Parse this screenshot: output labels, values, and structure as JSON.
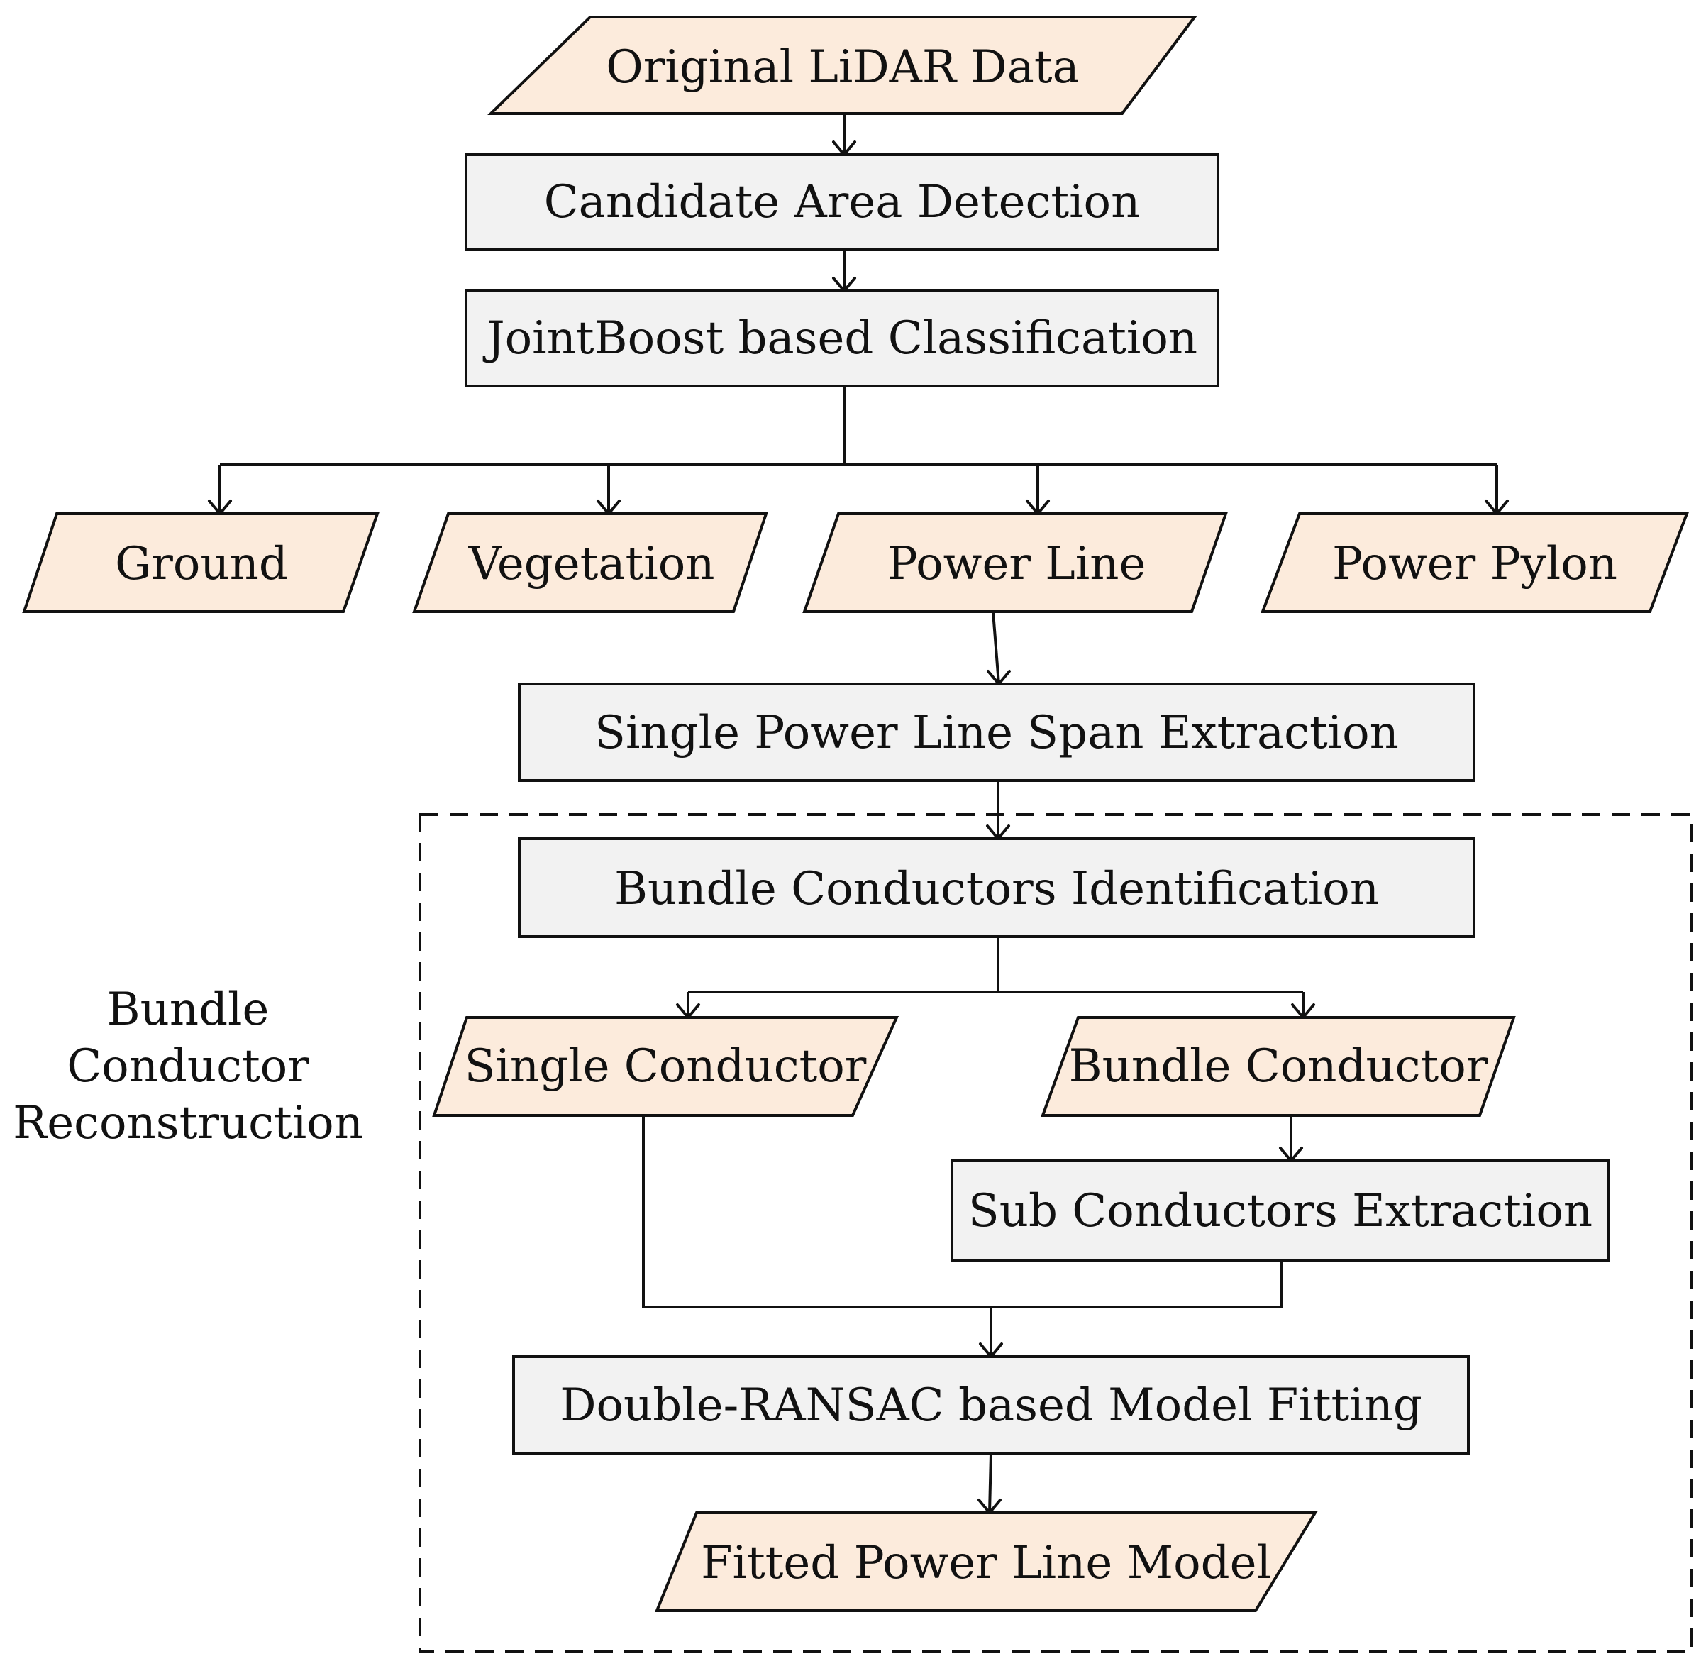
{
  "colors": {
    "data_fill": "#fcebdc",
    "process_fill": "#f2f2f2",
    "stroke": "#111111"
  },
  "nodes": {
    "original_lidar_data": "Original LiDAR Data",
    "candidate_area_detection": "Candidate Area Detection",
    "jointboost_classification": "JointBoost based Classification",
    "ground": "Ground",
    "vegetation": "Vegetation",
    "power_line": "Power Line",
    "power_pylon": "Power Pylon",
    "single_span_extraction": "Single Power Line Span Extraction",
    "bundle_identification": "Bundle Conductors Identification",
    "single_conductor": "Single Conductor",
    "bundle_conductor": "Bundle Conductor",
    "sub_conductors_extraction": "Sub Conductors Extraction",
    "double_ransac_fitting": "Double-RANSAC based Model Fitting",
    "fitted_model": "Fitted Power Line Model"
  },
  "group": {
    "label_lines": [
      "Bundle",
      "Conductor",
      "Reconstruction"
    ]
  }
}
